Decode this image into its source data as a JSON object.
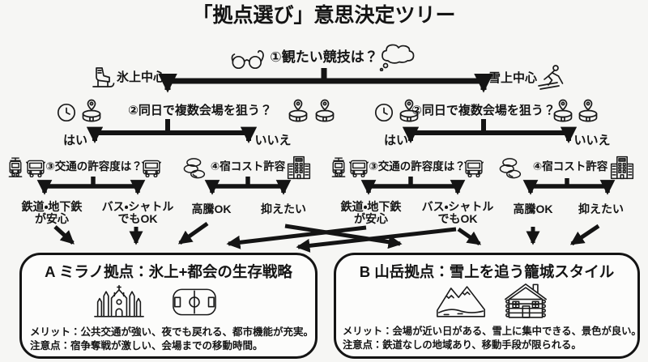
{
  "title": "「拠点選び」意思決定ツリー",
  "colors": {
    "ink": "#141414",
    "background": "#f6f6f4",
    "box_background": "#fcfcfb"
  },
  "tree": {
    "q1": {
      "label": "①観たい競技は？",
      "icons": [
        "glasses-icon",
        "thought-bubble-icon"
      ]
    },
    "branch_ice": {
      "label": "氷上中心",
      "icon": "ice-skate-icon"
    },
    "branch_snow": {
      "label": "雪上中心",
      "icon": "skier-icon"
    },
    "q2": {
      "label": "②同日で複数会場を狙う？",
      "icons": [
        "clock-icon",
        "venue-pin-icon"
      ]
    },
    "yes": "はい",
    "no": "いいえ",
    "q3": {
      "label": "③交通の許容度は？",
      "icons": [
        "tram-icon",
        "bus-icon"
      ]
    },
    "q4": {
      "label": "④宿コスト許容",
      "icons": [
        "coins-icon",
        "hotel-icon"
      ]
    },
    "leaf_rail": {
      "line1": "鉄道・地下鉄",
      "line2": "が安心"
    },
    "leaf_bus": {
      "line1": "バス・シャトル",
      "line2": "でもOK"
    },
    "leaf_cost_high": "高騰OK",
    "leaf_cost_low": "抑えたい"
  },
  "outcomes": {
    "a": {
      "title": "A ミラノ拠点：氷上+都会の生存戦略",
      "icons": [
        "milan-duomo-icon",
        "stadium-pitch-icon"
      ],
      "merit": "メリット：公共交通が強い、夜でも戻れる、都市機能が充実。",
      "caution": "注意点：宿争奪戦が激しい、会場までの移動時間。"
    },
    "b": {
      "title": "B 山岳拠点：雪上を追う籠城スタイル",
      "icons": [
        "mountains-icon",
        "log-cabin-icon"
      ],
      "merit": "メリット：会場が近い日がある、雪上に集中できる、景色が良い。",
      "caution": "注意点：鉄道なしの地域あり、移動手段が限られる。"
    }
  }
}
